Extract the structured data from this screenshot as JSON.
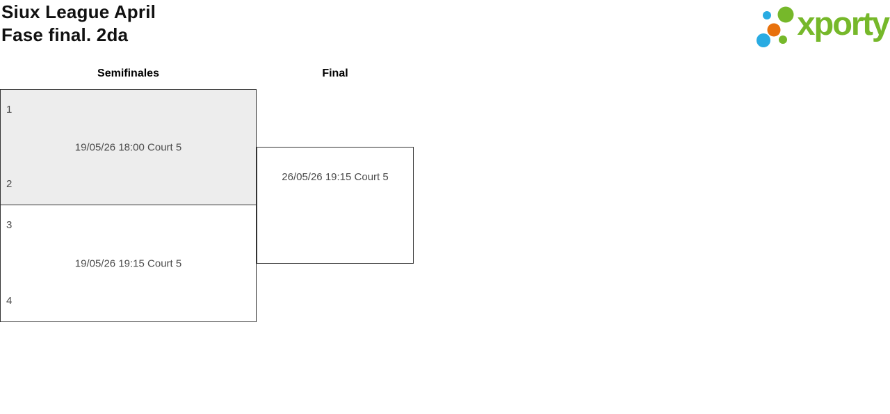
{
  "header": {
    "title_line1": "Siux League April",
    "title_line2": "Fase final. 2da",
    "logo_text": "xporty"
  },
  "bracket": {
    "rounds": [
      {
        "label": "Semifinales",
        "matches": [
          {
            "top_seed": "1",
            "bottom_seed": "2",
            "schedule": "19/05/26 18:00 Court 5"
          },
          {
            "top_seed": "3",
            "bottom_seed": "4",
            "schedule": "19/05/26 19:15 Court 5"
          }
        ]
      },
      {
        "label": "Final",
        "matches": [
          {
            "schedule": "26/05/26 19:15 Court 5"
          }
        ]
      }
    ]
  },
  "colors": {
    "brand-green": "#76b82a",
    "brand-blue": "#29abe2",
    "brand-orange": "#e8710d",
    "box-border": "#333333",
    "box-gray": "#ededed",
    "text-muted": "#4a4a4a",
    "text-dark": "#111111"
  }
}
